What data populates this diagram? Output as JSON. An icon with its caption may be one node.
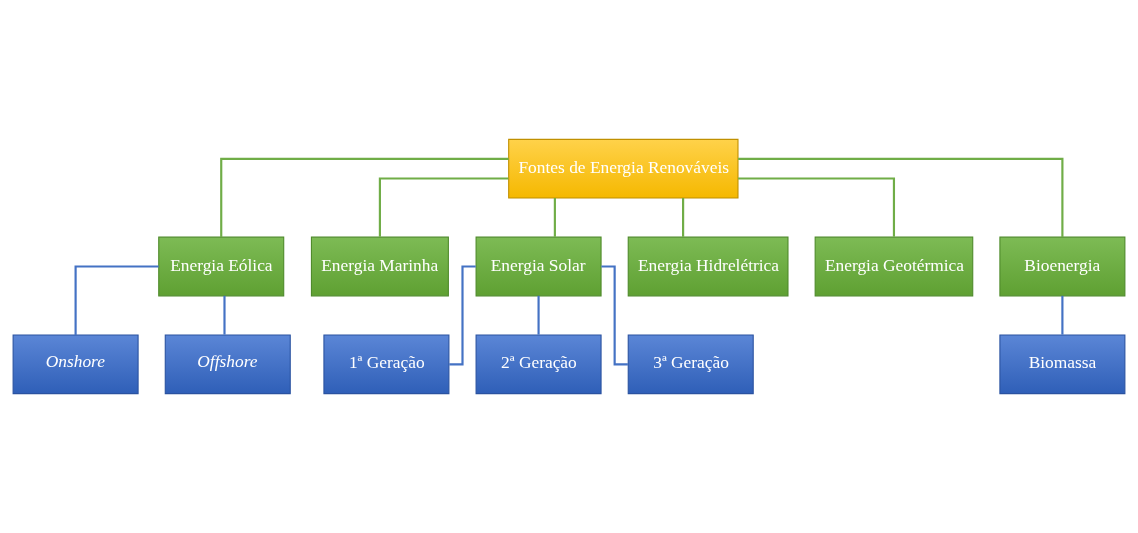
{
  "diagram": {
    "nodes": [
      {
        "text": [
          "Fontes de Energia Renováveis"
        ]
      },
      {
        "text": [
          "Energia Eólica"
        ]
      },
      {
        "text": [
          "Energia Marinha"
        ]
      },
      {
        "text": [
          "Energia Solar"
        ]
      },
      {
        "text": [
          "Energia Hidrelétrica"
        ]
      },
      {
        "text": [
          "Energia Geotérmica"
        ]
      },
      {
        "text": [
          "Bioenergia"
        ]
      },
      {
        "text": [
          "Onshore"
        ]
      },
      {
        "text": [
          "Offshore"
        ]
      },
      {
        "text": [
          "1ª Geração"
        ]
      },
      {
        "text": [
          "2ª Geração"
        ]
      },
      {
        "text": [
          "3ª Geração"
        ]
      },
      {
        "text": [
          "Biomassa"
        ]
      }
    ],
    "edges": [
      {
        "from": 0,
        "to": 1,
        "arrow": "none"
      },
      {
        "from": 0,
        "to": 2,
        "arrow": "none"
      },
      {
        "from": 0,
        "to": 3,
        "arrow": "none"
      },
      {
        "from": 0,
        "to": 4,
        "arrow": "none"
      },
      {
        "from": 0,
        "to": 5,
        "arrow": "none"
      },
      {
        "from": 0,
        "to": 6,
        "arrow": "none"
      },
      {
        "from": 1,
        "to": 7,
        "arrow": "none",
        "color": "#4472c4"
      },
      {
        "from": 1,
        "to": 8,
        "arrow": "none",
        "color": "#4472c4"
      },
      {
        "from": 3,
        "to": 9,
        "arrow": "none",
        "color": "#4472c4"
      },
      {
        "from": 3,
        "to": 10,
        "arrow": "none",
        "color": "#4472c4"
      },
      {
        "from": 3,
        "to": 11,
        "arrow": "none",
        "color": "#4472c4"
      },
      {
        "from": 6,
        "to": 12,
        "arrow": "none",
        "color": "#4472c4"
      }
    ]
  }
}
